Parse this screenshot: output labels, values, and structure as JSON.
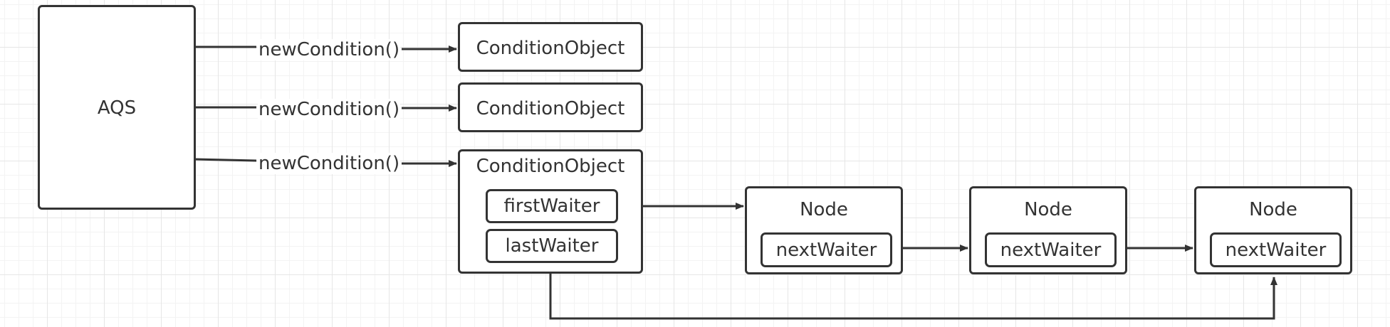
{
  "diagram": {
    "aqs": {
      "label": "AQS"
    },
    "edge_label": "newCondition()",
    "condition_objects": [
      {
        "label": "ConditionObject"
      },
      {
        "label": "ConditionObject"
      },
      {
        "label": "ConditionObject",
        "fields": [
          "firstWaiter",
          "lastWaiter"
        ]
      }
    ],
    "nodes": [
      {
        "label": "Node",
        "field": "nextWaiter"
      },
      {
        "label": "Node",
        "field": "nextWaiter"
      },
      {
        "label": "Node",
        "field": "nextWaiter"
      }
    ],
    "colors": {
      "stroke": "#333333",
      "grid": "#e6e6e6",
      "background": "#ffffff"
    }
  }
}
